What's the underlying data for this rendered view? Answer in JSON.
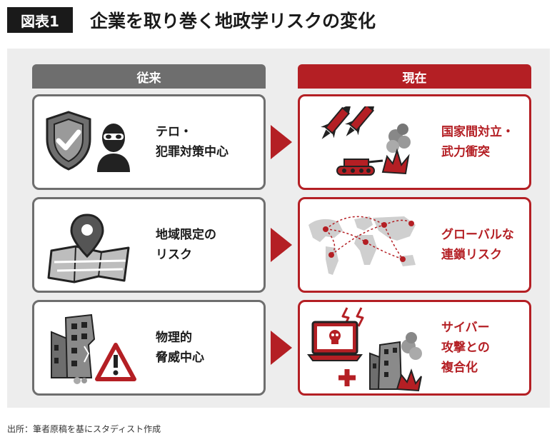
{
  "header": {
    "badge": "図表1",
    "title": "企業を取り巻く地政学リスクの変化"
  },
  "columns": {
    "old": "従来",
    "new": "現在"
  },
  "rows": [
    {
      "old_lines": [
        "テロ・",
        "犯罪対策中心"
      ],
      "new_lines": [
        "国家間対立・",
        "武力衝突"
      ]
    },
    {
      "old_lines": [
        "地域限定の",
        "リスク"
      ],
      "new_lines": [
        "グローバルな",
        "連鎖リスク"
      ]
    },
    {
      "old_lines": [
        "物理的",
        "脅威中心"
      ],
      "new_lines": [
        "サイバー",
        "攻撃との",
        "複合化"
      ]
    }
  ],
  "source": "出所：筆者原稿を基にスタディスト作成",
  "colors": {
    "accent": "#b41f24",
    "gray": "#6e6e6e",
    "panel": "#ededed"
  }
}
